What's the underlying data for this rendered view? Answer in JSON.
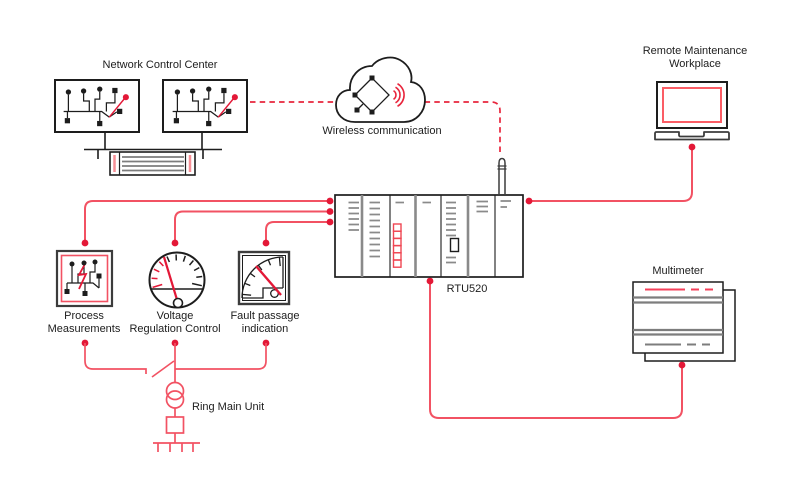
{
  "diagram": {
    "background": "#ffffff",
    "colors": {
      "line_red": "#f25263",
      "dot_red": "#e31837",
      "dash_red": "#e8253c",
      "light_pink": "#f78f96",
      "panel_pink": "#fb5d65",
      "outline_black": "#1d1d1d",
      "gray": "#7d7d7d"
    },
    "nodes": {
      "network_control_center": {
        "label": "Network Control Center",
        "icon": "dual-scada-monitors-icon"
      },
      "wireless_communication": {
        "label": "Wireless communication",
        "icon": "cloud-wireless-icon"
      },
      "remote_maintenance_workplace": {
        "label_line1": "Remote Maintenance",
        "label_line2": "Workplace",
        "icon": "laptop-icon"
      },
      "rtu": {
        "label": "RTU520",
        "icon": "rtu-rack-icon"
      },
      "process_measurements": {
        "label_line1": "Process",
        "label_line2": "Measurements",
        "icon": "scada-diagram-icon"
      },
      "voltage_regulation_control": {
        "label_line1": "Voltage",
        "label_line2": "Regulation Control",
        "icon": "analog-gauge-icon"
      },
      "fault_passage_indication": {
        "label_line1": "Fault passage",
        "label_line2": "indication",
        "icon": "fault-meter-icon"
      },
      "ring_main_unit": {
        "label": "Ring Main Unit",
        "icon": "transformer-schematic-icon"
      },
      "multimeter": {
        "label": "Multimeter",
        "icon": "multimeter-icon"
      }
    },
    "connections": [
      {
        "from": "network_control_center",
        "to": "wireless_communication",
        "style": "dashed"
      },
      {
        "from": "wireless_communication",
        "to": "rtu-antenna",
        "style": "dashed"
      },
      {
        "from": "rtu",
        "to": "process_measurements",
        "style": "solid"
      },
      {
        "from": "rtu",
        "to": "voltage_regulation_control",
        "style": "solid"
      },
      {
        "from": "rtu",
        "to": "fault_passage_indication",
        "style": "solid"
      },
      {
        "from": "rtu",
        "to": "remote_maintenance_workplace",
        "style": "solid"
      },
      {
        "from": "rtu",
        "to": "multimeter",
        "style": "solid"
      },
      {
        "from": "process_measurements",
        "to": "ring_main_unit",
        "style": "solid"
      },
      {
        "from": "voltage_regulation_control",
        "to": "ring_main_unit",
        "style": "solid"
      },
      {
        "from": "fault_passage_indication",
        "to": "ring_main_unit",
        "style": "solid"
      }
    ]
  }
}
